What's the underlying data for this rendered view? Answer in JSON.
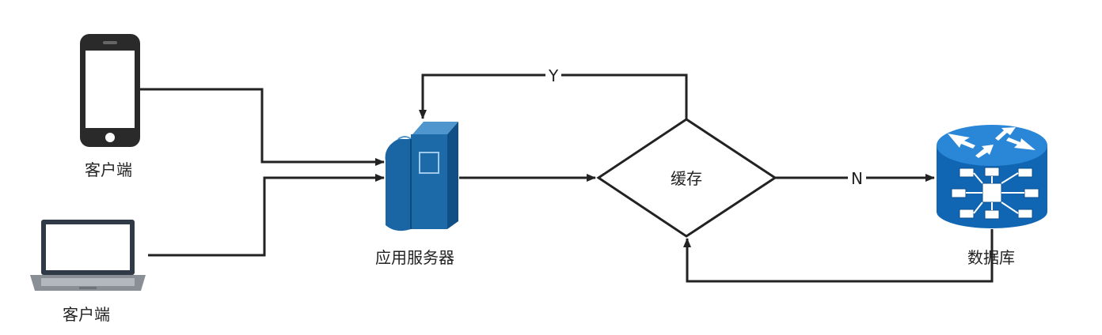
{
  "nodes": {
    "phone_client": {
      "label": "客户端",
      "icon": "smartphone-icon"
    },
    "laptop_client": {
      "label": "客户端",
      "icon": "laptop-icon"
    },
    "app_server": {
      "label": "应用服务器",
      "icon": "server-icon"
    },
    "cache": {
      "label": "缓存",
      "shape": "diamond"
    },
    "database": {
      "label": "数据库",
      "icon": "database-router-icon"
    }
  },
  "edges": {
    "cache_hit_label": "Y",
    "cache_miss_label": "N"
  },
  "colors": {
    "line": "#222222",
    "server_blue": "#1c6aa8",
    "server_dark": "#0f4f85",
    "db_blue": "#1870c0"
  }
}
